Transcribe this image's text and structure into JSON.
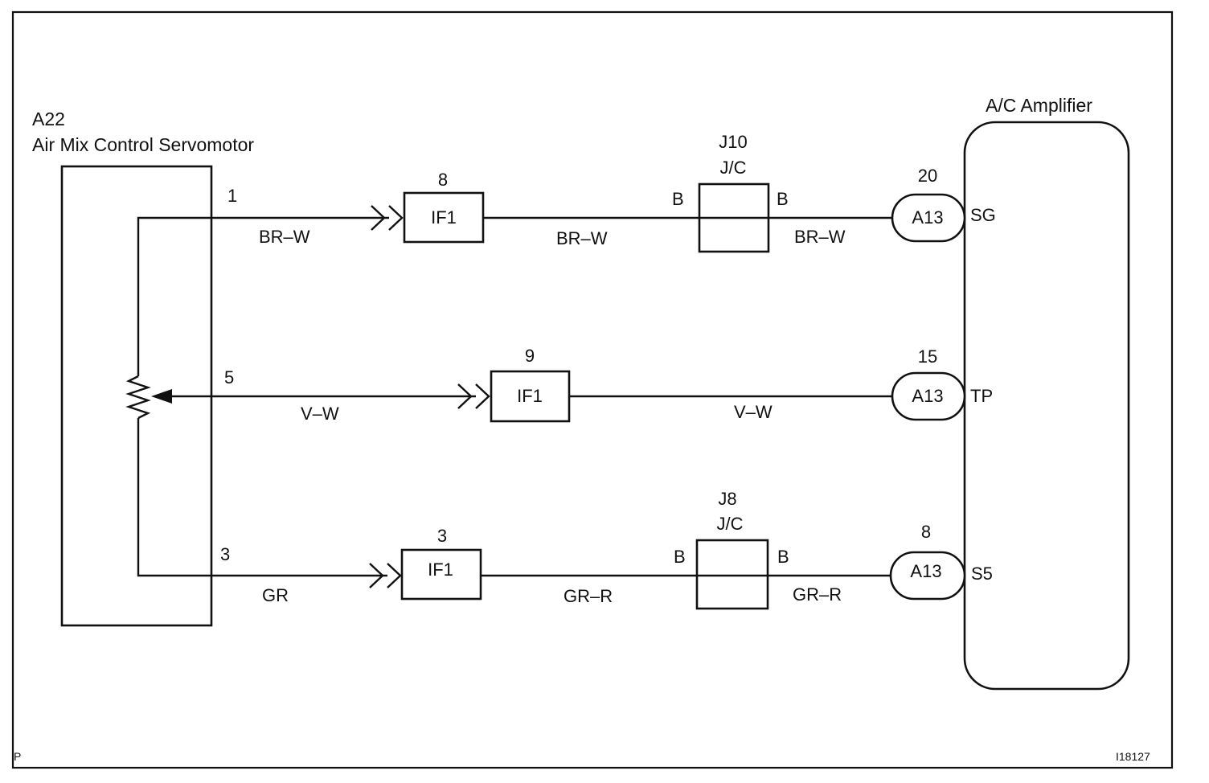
{
  "servomotor": {
    "code": "A22",
    "name": "Air Mix Control Servomotor",
    "pins": [
      "1",
      "5",
      "3"
    ]
  },
  "amplifier": {
    "name": "A/C Amplifier",
    "terminals": [
      "SG",
      "TP",
      "S5"
    ]
  },
  "wires": {
    "row1": {
      "left_color": "BR–W",
      "mid_color": "BR–W",
      "right_color": "BR–W"
    },
    "row2": {
      "left_color": "V–W",
      "right_color": "V–W"
    },
    "row3": {
      "left_color": "GR",
      "mid_color": "GR–R",
      "right_color": "GR–R"
    }
  },
  "connectors": {
    "if1_row1": {
      "label": "IF1",
      "pin": "8"
    },
    "if1_row2": {
      "label": "IF1",
      "pin": "9"
    },
    "if1_row3": {
      "label": "IF1",
      "pin": "3"
    },
    "a13_row1": {
      "label": "A13",
      "pin": "20"
    },
    "a13_row2": {
      "label": "A13",
      "pin": "15"
    },
    "a13_row3": {
      "label": "A13",
      "pin": "8"
    }
  },
  "junctions": {
    "j10": {
      "code": "J10",
      "type": "J/C",
      "left_pin": "B",
      "right_pin": "B"
    },
    "j8": {
      "code": "J8",
      "type": "J/C",
      "left_pin": "B",
      "right_pin": "B"
    }
  },
  "footer": {
    "left_mark": "P",
    "figure_id": "I18127"
  }
}
